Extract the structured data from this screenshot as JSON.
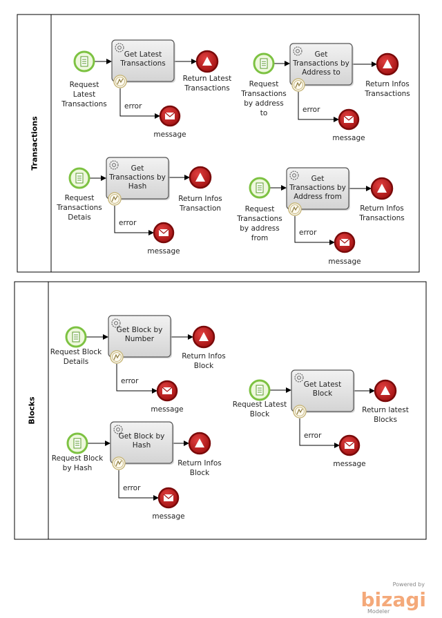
{
  "pools": [
    {
      "title": "Transactions",
      "processes": [
        {
          "start_label": [
            "Request",
            "Latest",
            "Transactions"
          ],
          "task_label": [
            "Get Latest",
            "Transactions"
          ],
          "end_label": [
            "Return Latest",
            "Transactions"
          ],
          "error_label": "error",
          "message_label": "message"
        },
        {
          "start_label": [
            "Request",
            "Transactions",
            "by address",
            "to"
          ],
          "task_label": [
            "Get",
            "Transactions by",
            "Address to"
          ],
          "end_label": [
            "Return Infos",
            "Transactions"
          ],
          "error_label": "error",
          "message_label": "message"
        },
        {
          "start_label": [
            "Request",
            "Transactions",
            "Detais"
          ],
          "task_label": [
            "Get",
            "Transactions by",
            "Hash"
          ],
          "end_label": [
            "Return Infos",
            "Transaction"
          ],
          "error_label": "error",
          "message_label": "message"
        },
        {
          "start_label": [
            "Request",
            "Transactions",
            "by address",
            "from"
          ],
          "task_label": [
            "Get",
            "Transactions by",
            "Address from"
          ],
          "end_label": [
            "Return Infos",
            "Transactions"
          ],
          "error_label": "error",
          "message_label": "message"
        }
      ]
    },
    {
      "title": "Blocks",
      "processes": [
        {
          "start_label": [
            "Request Block",
            "Details"
          ],
          "task_label": [
            "Get Block by",
            "Number"
          ],
          "end_label": [
            "Return Infos",
            "Block"
          ],
          "error_label": "error",
          "message_label": "message"
        },
        {
          "start_label": [
            "Request Latest",
            "Block"
          ],
          "task_label": [
            "Get Latest",
            "Block"
          ],
          "end_label": [
            "Return latest",
            "Blocks"
          ],
          "error_label": "error",
          "message_label": "message"
        },
        {
          "start_label": [
            "Request Block",
            "by Hash"
          ],
          "task_label": [
            "Get Block by",
            "Hash"
          ],
          "end_label": [
            "Return Infos",
            "Block"
          ],
          "error_label": "error",
          "message_label": "message"
        }
      ]
    }
  ],
  "branding": {
    "powered_by": "Powered by",
    "name": "bizagi",
    "product": "Modeler"
  },
  "colors": {
    "start_stroke": "#7dc242",
    "start_fill": "#eef8dd",
    "end_fill": "#b01c1c",
    "task_fill": "#e6e6e6",
    "task_stroke": "#555555",
    "boundary_stroke": "#c8b77a",
    "brand": "#f4a97a"
  }
}
